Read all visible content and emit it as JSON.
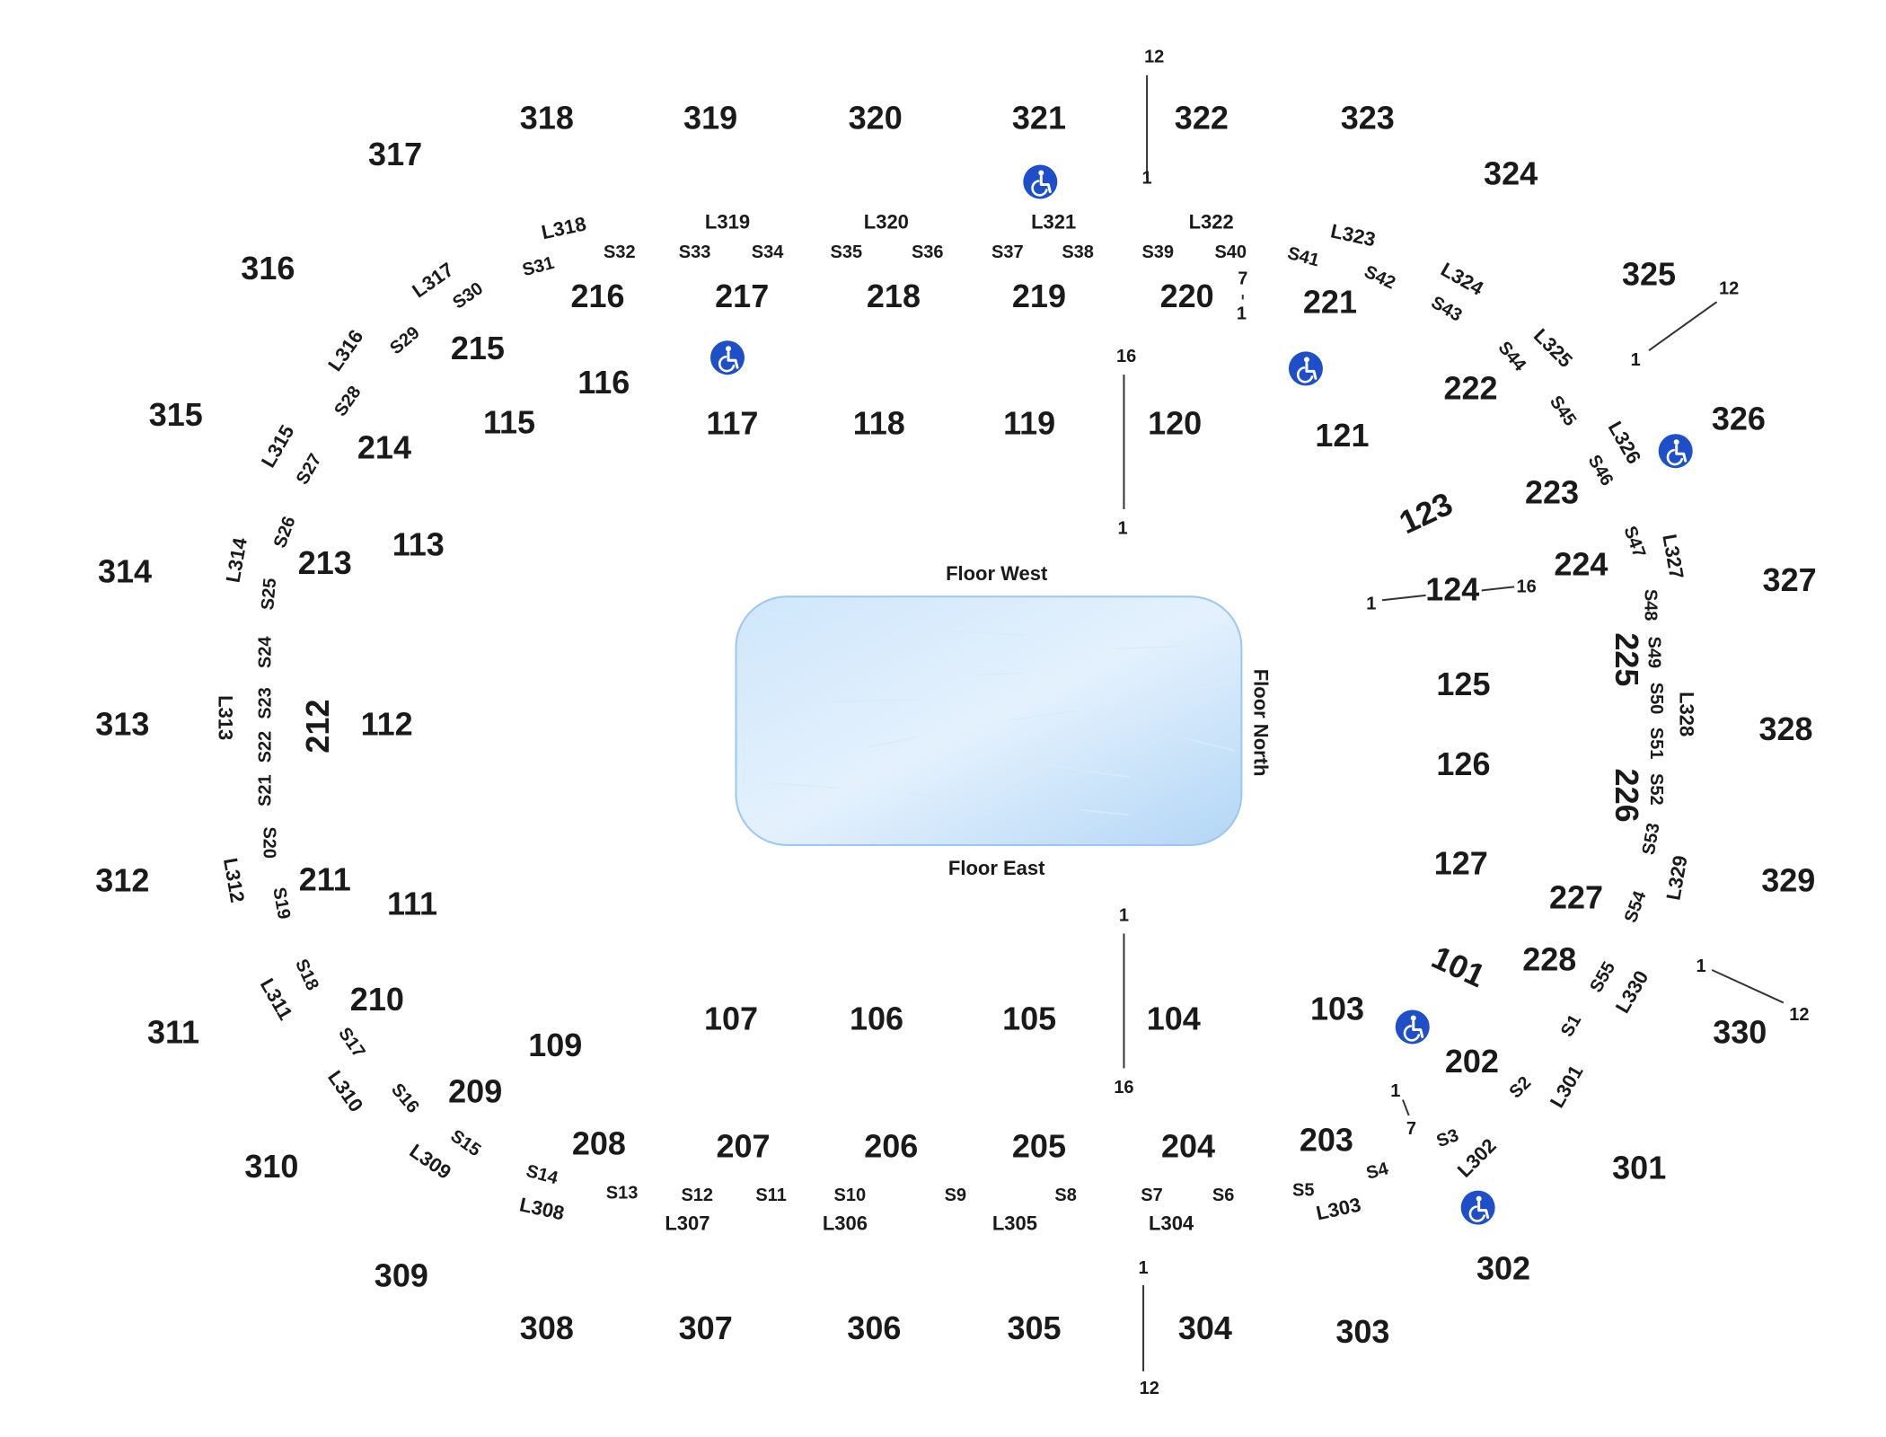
{
  "colors": {
    "ice": "#b8daf7",
    "ice_edge": "#9cc7ee",
    "ada_badge": "#1f4fc8",
    "text": "#1a1a1a",
    "line": "#333333",
    "background": "#ffffff"
  },
  "icons": {
    "accessible": "wheelchair-icon"
  },
  "rink": {
    "labels": {
      "west": "Floor West",
      "east": "Floor East",
      "north": "Floor North"
    }
  },
  "sections_300": [
    "301",
    "302",
    "303",
    "304",
    "305",
    "306",
    "307",
    "308",
    "309",
    "310",
    "311",
    "312",
    "313",
    "314",
    "315",
    "316",
    "317",
    "318",
    "319",
    "320",
    "321",
    "322",
    "323",
    "324",
    "325",
    "326",
    "327",
    "328",
    "329",
    "330"
  ],
  "sections_200": [
    "202",
    "203",
    "204",
    "205",
    "206",
    "207",
    "208",
    "209",
    "210",
    "211",
    "212",
    "213",
    "214",
    "215",
    "216",
    "217",
    "218",
    "219",
    "220",
    "221",
    "222",
    "223",
    "224",
    "225",
    "226",
    "227",
    "228"
  ],
  "sections_100": [
    "101",
    "103",
    "104",
    "105",
    "106",
    "107",
    "109",
    "111",
    "112",
    "113",
    "115",
    "116",
    "117",
    "118",
    "119",
    "120",
    "121",
    "123",
    "124",
    "125",
    "126",
    "127"
  ],
  "loges": [
    "L301",
    "L302",
    "L303",
    "L304",
    "L305",
    "L306",
    "L307",
    "L308",
    "L309",
    "L310",
    "L311",
    "L312",
    "L313",
    "L314",
    "L315",
    "L316",
    "L317",
    "L318",
    "L319",
    "L320",
    "L321",
    "L322",
    "L323",
    "L324",
    "L325",
    "L326",
    "L327",
    "L328",
    "L329",
    "L330"
  ],
  "suites": [
    "S1",
    "S2",
    "S3",
    "S4",
    "S5",
    "S6",
    "S7",
    "S8",
    "S9",
    "S10",
    "S11",
    "S12",
    "S13",
    "S14",
    "S15",
    "S16",
    "S17",
    "S18",
    "S19",
    "S20",
    "S21",
    "S22",
    "S23",
    "S24",
    "S25",
    "S26",
    "S27",
    "S28",
    "S29",
    "S30",
    "S31",
    "S32",
    "S33",
    "S34",
    "S35",
    "S36",
    "S37",
    "S38",
    "S39",
    "S40",
    "S41",
    "S42",
    "S43",
    "S44",
    "S45",
    "S46",
    "S47",
    "S48",
    "S49",
    "S50",
    "S51",
    "S52",
    "S53",
    "S54",
    "S55"
  ],
  "row_markers": [
    {
      "start": "1",
      "end": "12"
    },
    {
      "start": "1",
      "end": "16"
    },
    {
      "start": "1",
      "end": "7"
    },
    {
      "start": "1",
      "end": "12"
    },
    {
      "start": "1",
      "end": "16"
    },
    {
      "start": "1",
      "end": "12"
    },
    {
      "start": "1",
      "end": "16"
    },
    {
      "start": "1",
      "end": "7"
    },
    {
      "start": "1",
      "end": "12"
    }
  ]
}
